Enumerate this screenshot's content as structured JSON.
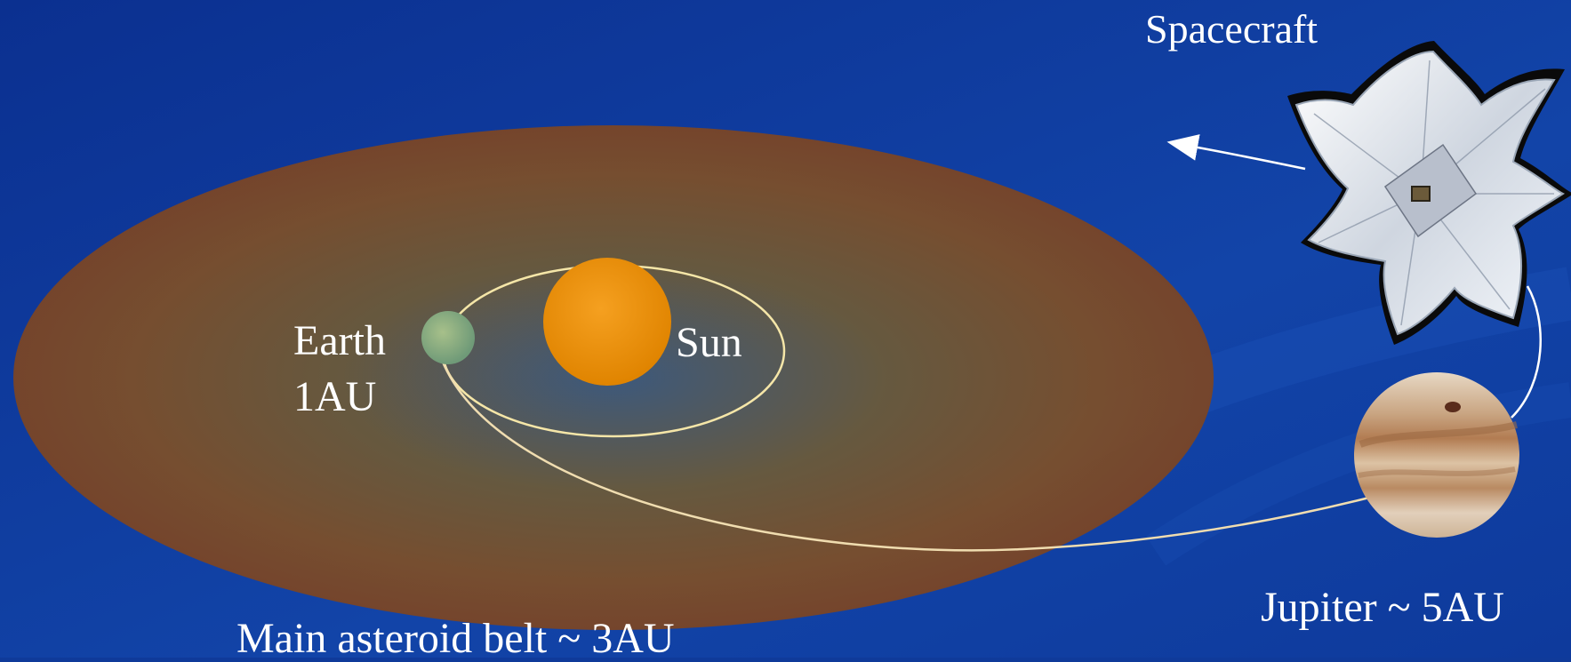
{
  "labels": {
    "spacecraft": "Spacecraft",
    "earth": "Earth",
    "earth_distance": "1AU",
    "sun": "Sun",
    "asteroid_belt": "Main asteroid belt ~ 3AU",
    "jupiter": "Jupiter ~ 5AU"
  },
  "colors": {
    "background": "#0f3a9a",
    "asteroid_belt": "#7a4a28",
    "sun": "#f0900a",
    "earth": "#8fb07e",
    "orbit_line": "#f5e6a8",
    "trajectory": "#ffffff"
  },
  "icons": {
    "spacecraft": "solar-sail-icon",
    "jupiter": "jupiter-planet-icon"
  }
}
